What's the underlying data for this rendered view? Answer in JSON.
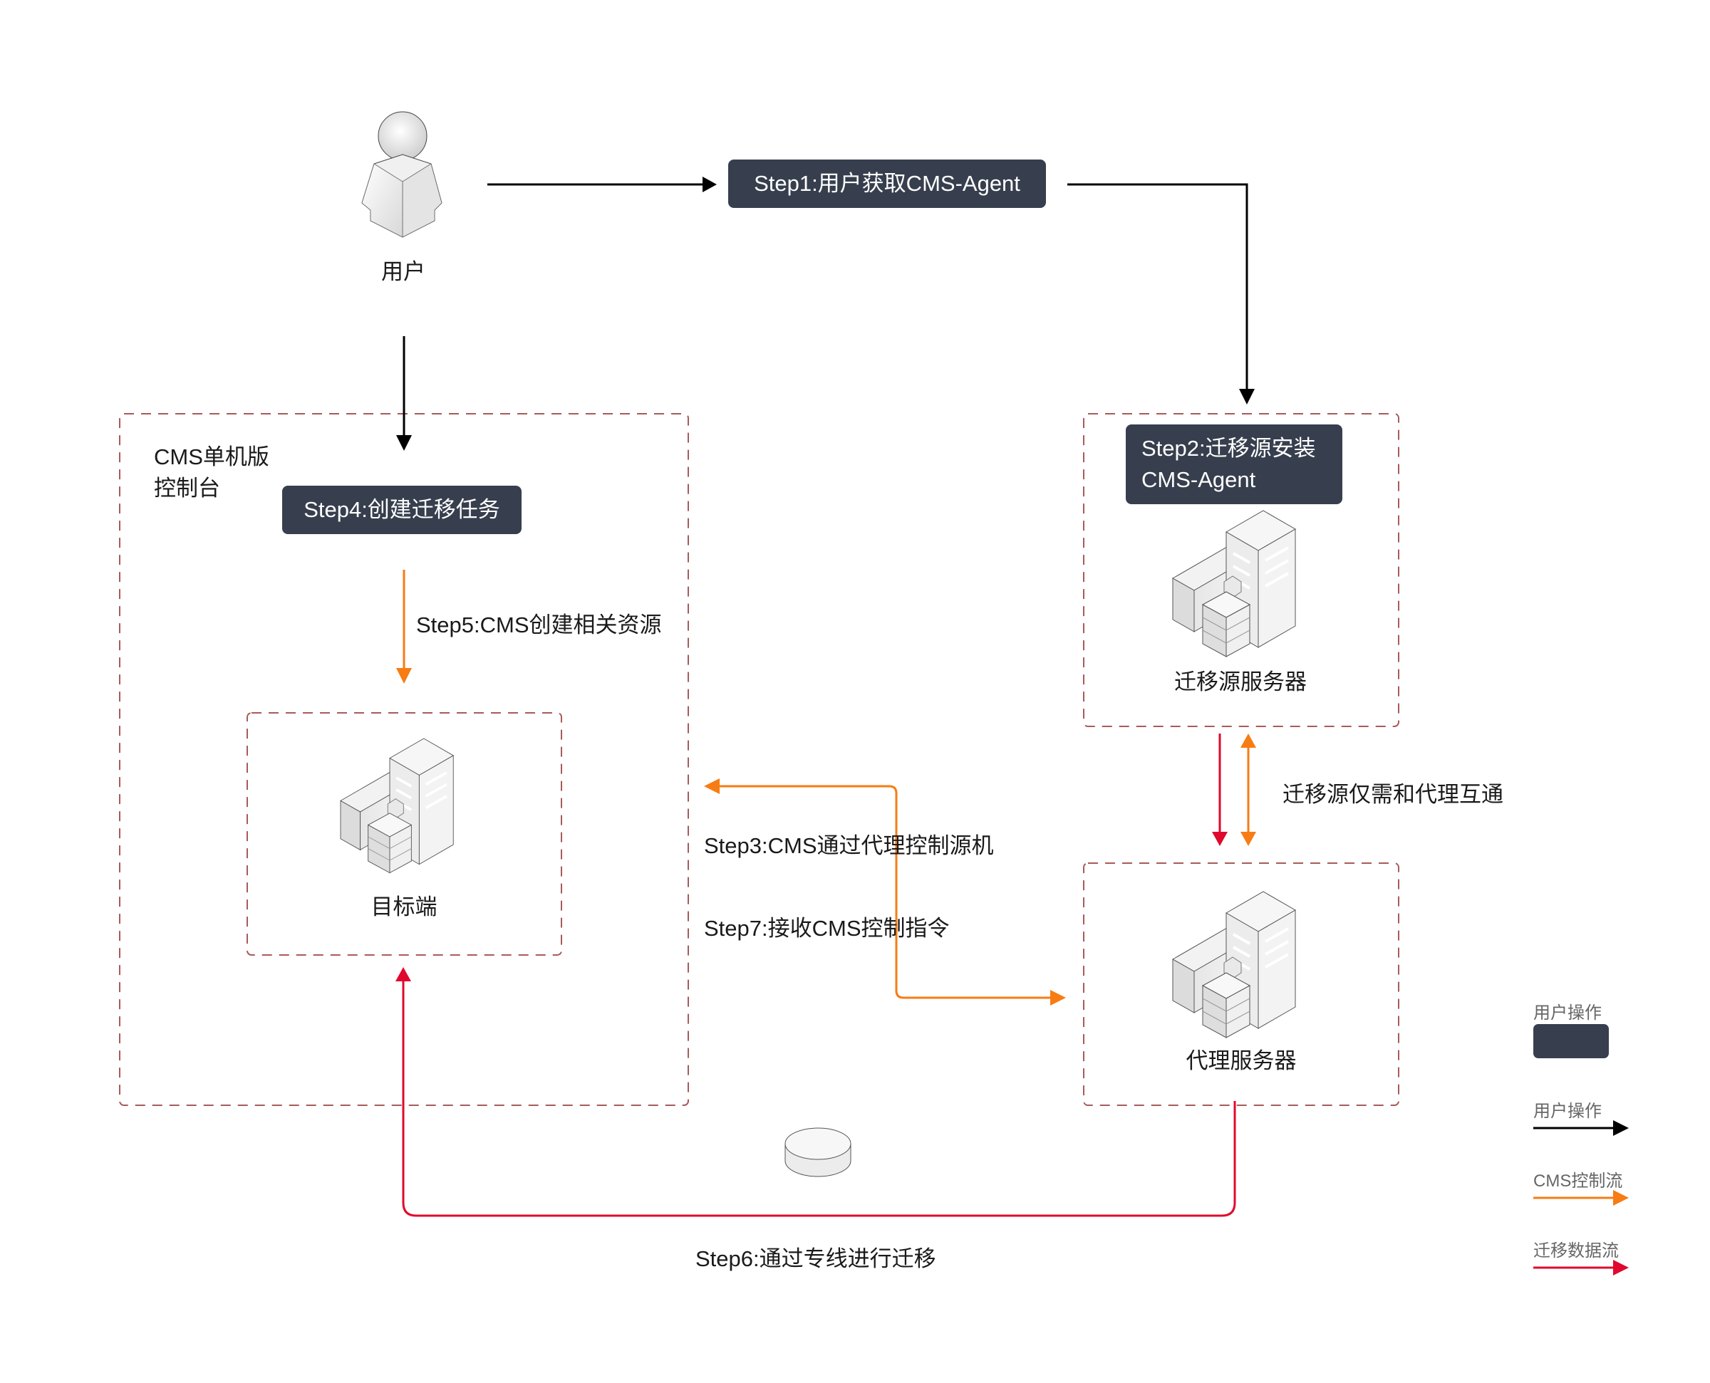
{
  "colors": {
    "user_action": "#000000",
    "cms_control": "#f77c14",
    "migration_data": "#e0092d",
    "step_box_bg": "#373f4e",
    "dashed_border": "#a85a5a"
  },
  "nodes": {
    "user": {
      "label": "用户",
      "icon": "user-figure-icon"
    },
    "cms_console": {
      "label_line1": "CMS单机版",
      "label_line2": "控制台"
    },
    "target": {
      "label": "目标端",
      "icon": "server-building-icon"
    },
    "source_server": {
      "label": "迁移源服务器",
      "icon": "server-building-icon"
    },
    "proxy_server": {
      "label": "代理服务器",
      "icon": "server-building-icon"
    },
    "dedicated_line": {
      "icon": "dedicated-line-disc-icon"
    }
  },
  "steps": {
    "step1": "Step1:用户获取CMS-Agent",
    "step2_line1": "Step2:迁移源安装",
    "step2_line2": "CMS-Agent",
    "step3": "Step3:CMS通过代理控制源机",
    "step4": "Step4:创建迁移任务",
    "step5": "Step5:CMS创建相关资源",
    "step6": "Step6:通过专线进行迁移",
    "step7": "Step7:接收CMS控制指令"
  },
  "annotations": {
    "source_proxy_link": "迁移源仅需和代理互通"
  },
  "legend": {
    "items": [
      {
        "label": "用户操作",
        "type": "box"
      },
      {
        "label": "用户操作",
        "type": "arrow",
        "color": "#000000"
      },
      {
        "label": "CMS控制流",
        "type": "arrow",
        "color": "#f77c14"
      },
      {
        "label": "迁移数据流",
        "type": "arrow",
        "color": "#e0092d"
      }
    ]
  }
}
